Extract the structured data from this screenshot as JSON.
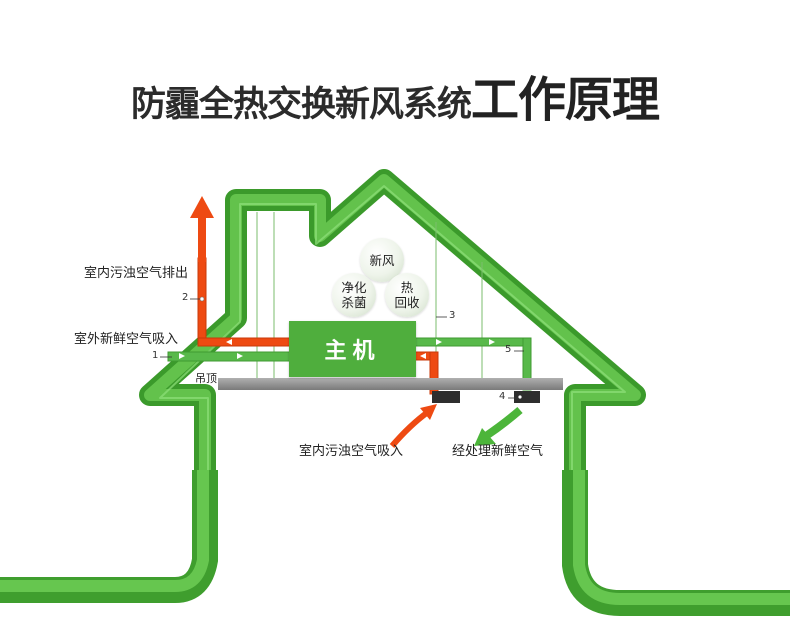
{
  "title": {
    "main": "防霾全热交换新风系统",
    "emphasis": "工作原理"
  },
  "host_unit": "主机",
  "bubbles": {
    "fresh_air": "新风",
    "purify": "净化\n杀菌",
    "heat_recovery": "热\n回收"
  },
  "labels": {
    "exhaust_out": "室内污浊空气排出",
    "fresh_in": "室外新鲜空气吸入",
    "ceiling": "吊顶",
    "indoor_intake": "室内污浊空气吸入",
    "treated_supply": "经处理新鲜空气"
  },
  "numbers": {
    "n1": "1",
    "n2": "2",
    "n3": "3",
    "n4": "4",
    "n5": "5"
  },
  "colors": {
    "house_green": "#4cb53a",
    "duct_green": "#56b848",
    "exhaust_orange": "#ee4a12",
    "ceiling_gray": "#8a8a8a"
  }
}
